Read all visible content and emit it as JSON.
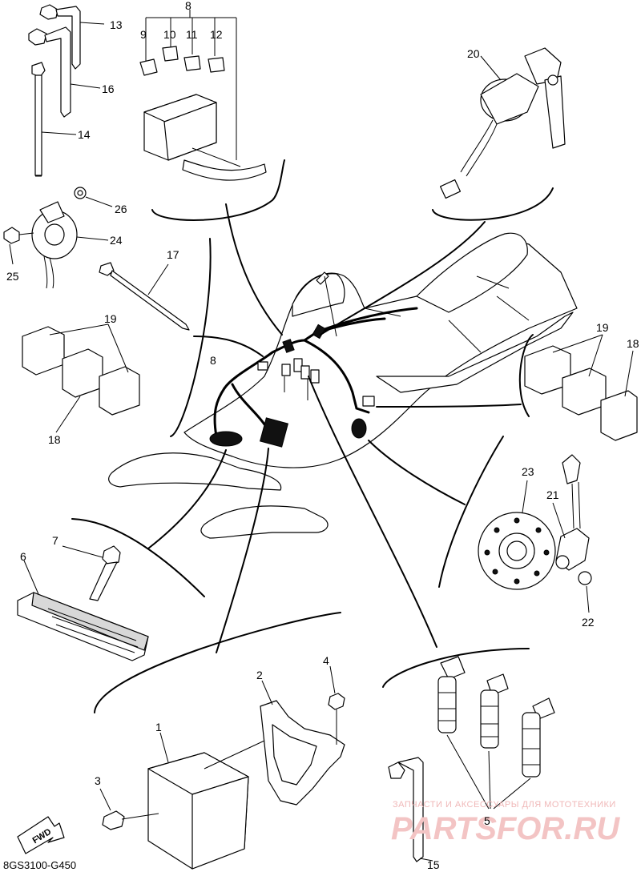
{
  "diagram_code": "8GS3100-G450",
  "fwd_label": "FWD",
  "watermark": {
    "top_line": "ЗАПЧАСТИ И АКСЕССУАРЫ ДЛЯ МОТОТЕХНИКИ",
    "brand": "PARTSFOR.RU"
  },
  "callouts": {
    "n1": "1",
    "n2": "2",
    "n3": "3",
    "n4": "4",
    "n5": "5",
    "n6": "6",
    "n7": "7",
    "n8_top": "8",
    "n8_mid": "8",
    "n9": "9",
    "n10": "10",
    "n11": "11",
    "n12": "12",
    "n13": "13",
    "n14": "14",
    "n15": "15",
    "n16": "16",
    "n17": "17",
    "n18_left": "18",
    "n18_right": "18",
    "n19_left": "19",
    "n19_right": "19",
    "n20": "20",
    "n21": "21",
    "n22": "22",
    "n23": "23",
    "n24": "24",
    "n25": "25",
    "n26": "26"
  },
  "colors": {
    "line": "#000000",
    "watermark": "#f0b8b8"
  }
}
